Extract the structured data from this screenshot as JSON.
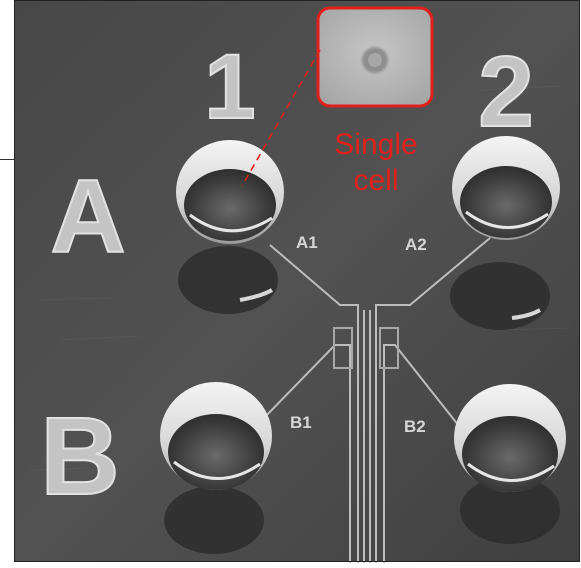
{
  "photo": {
    "column_labels": [
      "1",
      "2"
    ],
    "row_labels": [
      "A",
      "B"
    ],
    "well_labels": [
      "A1",
      "A2",
      "B1",
      "B2"
    ],
    "inset_annotation": {
      "line1": "Single",
      "line2": "cell"
    },
    "colors": {
      "plate": "#4e4e4e",
      "plate_dark": "#3b3b3b",
      "engraving": "#c9c9c9",
      "well_rim": "#e8e8e8",
      "annotation": "#e0201b",
      "inset_bg": "#b8b8b8"
    }
  }
}
